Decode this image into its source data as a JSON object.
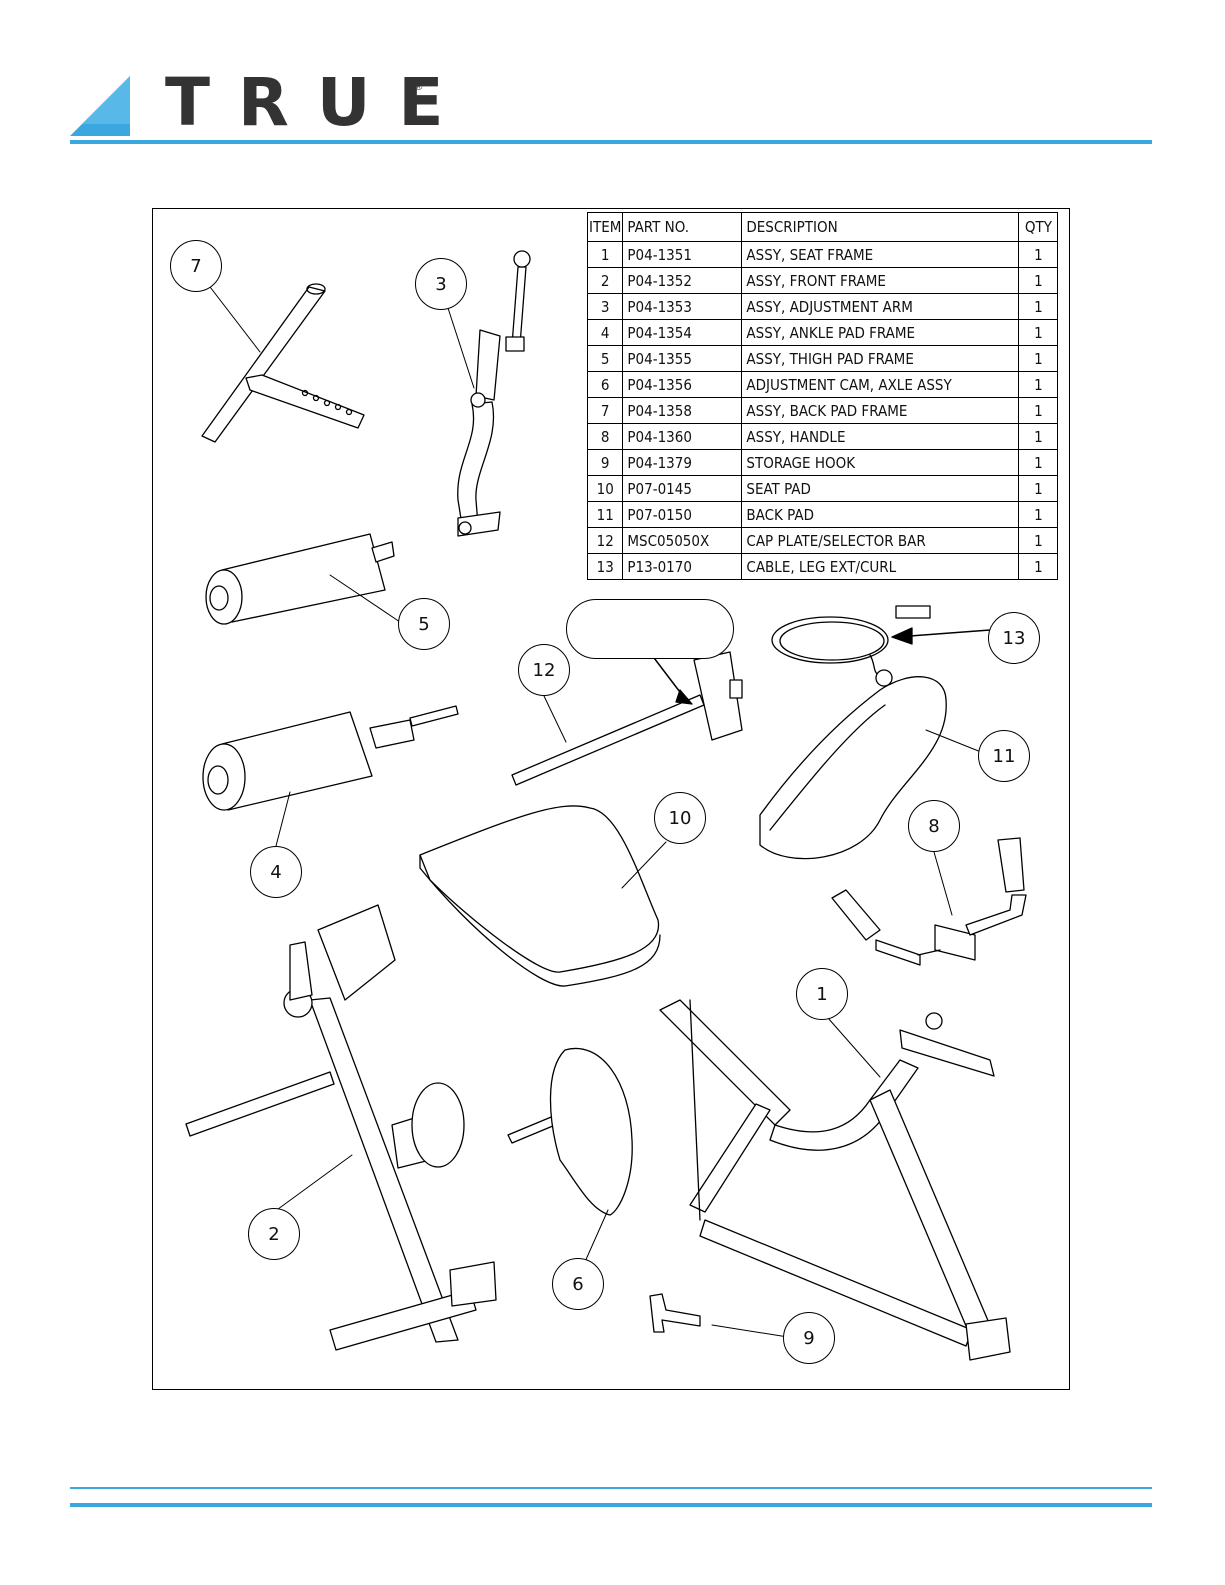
{
  "brand": {
    "name": "TRUE",
    "registered_mark": "®",
    "accent_color": "#3ba7df"
  },
  "bom": {
    "headers": {
      "item": "ITEM",
      "part_no": "PART NO.",
      "description": "DESCRIPTION",
      "qty": "QTY"
    },
    "rows": [
      {
        "item": "1",
        "part_no": "P04-1351",
        "description": "ASSY, SEAT FRAME",
        "qty": "1"
      },
      {
        "item": "2",
        "part_no": "P04-1352",
        "description": "ASSY, FRONT FRAME",
        "qty": "1"
      },
      {
        "item": "3",
        "part_no": "P04-1353",
        "description": "ASSY, ADJUSTMENT ARM",
        "qty": "1"
      },
      {
        "item": "4",
        "part_no": "P04-1354",
        "description": "ASSY, ANKLE PAD FRAME",
        "qty": "1"
      },
      {
        "item": "5",
        "part_no": "P04-1355",
        "description": "ASSY, THIGH PAD FRAME",
        "qty": "1"
      },
      {
        "item": "6",
        "part_no": "P04-1356",
        "description": "ADJUSTMENT CAM, AXLE ASSY",
        "qty": "1"
      },
      {
        "item": "7",
        "part_no": "P04-1358",
        "description": "ASSY, BACK PAD FRAME",
        "qty": "1"
      },
      {
        "item": "8",
        "part_no": "P04-1360",
        "description": "ASSY, HANDLE",
        "qty": "1"
      },
      {
        "item": "9",
        "part_no": "P04-1379",
        "description": "STORAGE HOOK",
        "qty": "1"
      },
      {
        "item": "10",
        "part_no": "P07-0145",
        "description": "SEAT PAD",
        "qty": "1"
      },
      {
        "item": "11",
        "part_no": "P07-0150",
        "description": "BACK PAD",
        "qty": "1"
      },
      {
        "item": "12",
        "part_no": "MSC05050X",
        "description": "CAP PLATE/SELECTOR BAR",
        "qty": "1"
      },
      {
        "item": "13",
        "part_no": "P13-0170",
        "description": "CABLE, LEG EXT/CURL",
        "qty": "1"
      }
    ]
  },
  "callouts": {
    "c1": "1",
    "c2": "2",
    "c3": "3",
    "c4": "4",
    "c5": "5",
    "c6": "6",
    "c7": "7",
    "c8": "8",
    "c9": "9",
    "c10": "10",
    "c11": "11",
    "c12": "12",
    "c13": "13"
  }
}
